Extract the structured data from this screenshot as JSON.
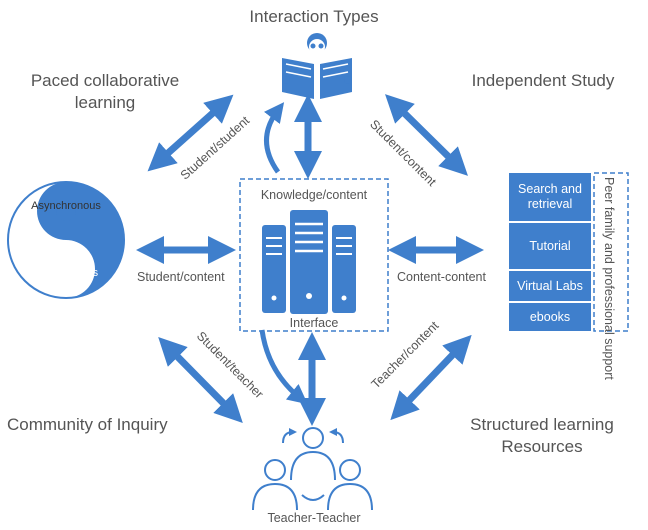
{
  "labels": {
    "interaction_types": "Interaction Types",
    "paced_collaborative": "Paced collaborative learning",
    "independent_study": "Independent Study",
    "community_of_inquiry": "Community of Inquiry",
    "structured_learning": "Structured learning Resources",
    "knowledge_content": "Knowledge/content",
    "interface": "Interface",
    "teacher_teacher": "Teacher-Teacher",
    "asynchronous": "Asynchronous",
    "synchronous": "Synchronous"
  },
  "arrow_labels": {
    "student_student": "Student/student",
    "student_content_top": "Student/content",
    "student_content_left": "Student/content",
    "content_content": "Content-content",
    "student_teacher": "Student/teacher",
    "teacher_content": "Teacher/content"
  },
  "resources": {
    "items": [
      "Search and retrieval",
      "Tutorial",
      "Virtual Labs",
      "ebooks"
    ],
    "side_label": "Peer family and professional support"
  },
  "colors": {
    "primary": "#3f7fcc",
    "text": "#555555",
    "white": "#ffffff"
  }
}
